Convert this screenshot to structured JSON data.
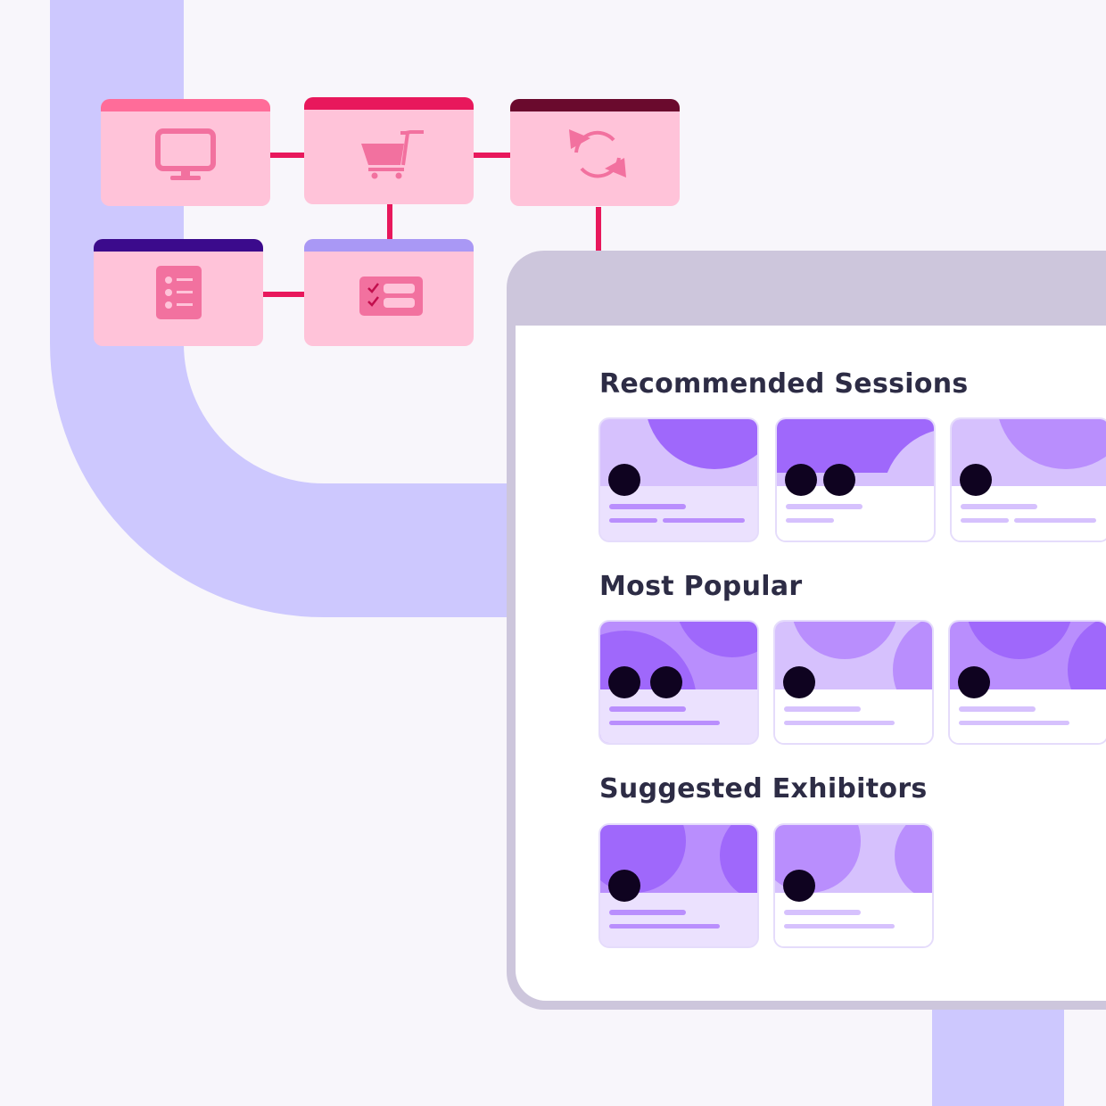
{
  "flow": {
    "blocks": [
      {
        "name": "monitor",
        "icon": "monitor-icon",
        "bar_color": "#ff6c99"
      },
      {
        "name": "cart",
        "icon": "shopping-cart-icon",
        "bar_color": "#e8185c"
      },
      {
        "name": "sync",
        "icon": "refresh-icon",
        "bar_color": "#6a0a2d"
      },
      {
        "name": "list",
        "icon": "list-icon",
        "bar_color": "#3b0a8c"
      },
      {
        "name": "checklist",
        "icon": "checklist-icon",
        "bar_color": "#a998f5"
      }
    ],
    "connector_color": "#e8185c",
    "pipe_color": "#cdc8fe"
  },
  "panel": {
    "sections": [
      {
        "title": "Recommended Sessions"
      },
      {
        "title": "Most Popular"
      },
      {
        "title": "Suggested Exhibitors"
      }
    ]
  },
  "colors": {
    "title_text": "#2d2c45",
    "card_purple_dark": "#9f68fb",
    "card_purple_mid": "#b98efd",
    "card_purple_light": "#d6c1fd",
    "card_purple_pale": "#ebe1fe",
    "avatar": "#0f0320"
  }
}
